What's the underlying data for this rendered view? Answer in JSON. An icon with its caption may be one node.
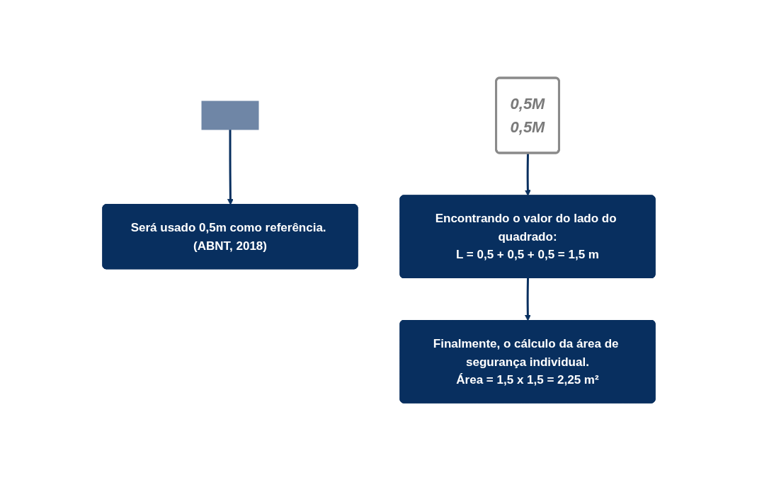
{
  "diagram": {
    "nodes": [
      {
        "text": [],
        "shape": "bar"
      },
      {
        "text": [
          "Será usado 0,5m como referência. (ABNT, 2018)"
        ]
      },
      {
        "text": [
          "0,5M",
          "0,5M"
        ]
      },
      {
        "text": [
          "Encontrando o valor do lado do quadrado:",
          "L = 0,5 + 0,5 + 0,5 = 1,5 m"
        ]
      },
      {
        "text": [
          "Finalmente, o cálculo da área de segurança individual.",
          "Área = 1,5 x 1,5 = 2,25 m²"
        ]
      }
    ],
    "edges": [
      {
        "from": 0,
        "to": 1,
        "arrow": "to"
      },
      {
        "from": 2,
        "to": 3,
        "arrow": "to"
      },
      {
        "from": 3,
        "to": 4,
        "arrow": "to"
      }
    ]
  }
}
